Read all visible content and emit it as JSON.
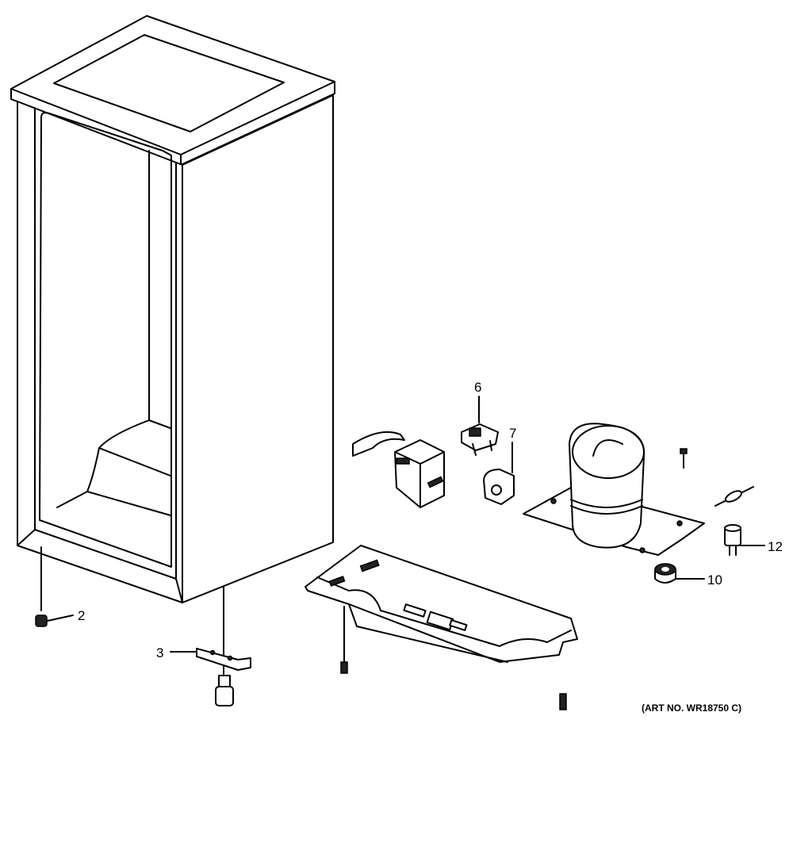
{
  "diagram": {
    "callouts": [
      {
        "id": "2",
        "label": "2"
      },
      {
        "id": "3",
        "label": "3"
      },
      {
        "id": "6",
        "label": "6"
      },
      {
        "id": "7",
        "label": "7"
      },
      {
        "id": "10",
        "label": "10"
      },
      {
        "id": "12",
        "label": "12"
      }
    ],
    "art_number": "(ART NO. WR18750 C)"
  }
}
